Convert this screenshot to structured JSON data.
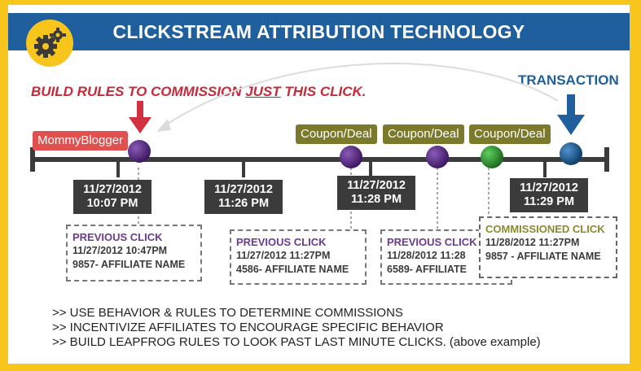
{
  "header": {
    "title": "CLICKSTREAM ATTRIBUTION TECHNOLOGY",
    "icon": "gears-icon"
  },
  "callouts": {
    "build_rule_prefix": "BUILD RULES TO COMMISSION ",
    "build_rule_emphasis": "JUST",
    "build_rule_suffix": " THIS CLICK.",
    "transaction": "TRANSACTION"
  },
  "tags": [
    "MommyBlogger",
    "Coupon/Deal",
    "Coupon/Deal",
    "Coupon/Deal"
  ],
  "timeline": [
    {
      "date": "11/27/2012",
      "time": "10:07 PM"
    },
    {
      "date": "11/27/2012",
      "time": "11:26 PM"
    },
    {
      "date": "11/27/2012",
      "time": "11:28 PM"
    },
    {
      "date": "11/27/2012",
      "time": "11:29 PM"
    }
  ],
  "notes": [
    {
      "heading": "PREVIOUS CLICK",
      "line1": "11/27/2012 10:47PM",
      "line2": "9857- AFFILIATE NAME"
    },
    {
      "heading": "PREVIOUS CLICK",
      "line1": "11/27/2012 11:27PM",
      "line2": "4586- AFFILIATE NAME"
    },
    {
      "heading": "PREVIOUS CLICK",
      "line1": "11/28/2012 11:28",
      "line2": "6589- AFFILIATE"
    },
    {
      "heading": "COMMISSIONED CLICK",
      "line1": "11/28/2012 11:27PM",
      "line2": "9857 - AFFILIATE NAME"
    }
  ],
  "bullets": [
    ">> USE BEHAVIOR & RULES TO DETERMINE COMMISSIONS",
    ">> INCENTIVIZE AFFILIATES TO ENCOURAGE SPECIFIC BEHAVIOR",
    ">> BUILD LEAPFROG RULES TO LOOK PAST LAST MINUTE CLICKS. (above example)"
  ],
  "colors": {
    "frame": "#f7c51c",
    "header": "#1f5f9e",
    "accent_red": "#c62a39",
    "tag_olive": "#7a7a2a",
    "dot_purple": "#5a2d82",
    "dot_green": "#2e8b2e",
    "dot_blue": "#1e5f96"
  }
}
